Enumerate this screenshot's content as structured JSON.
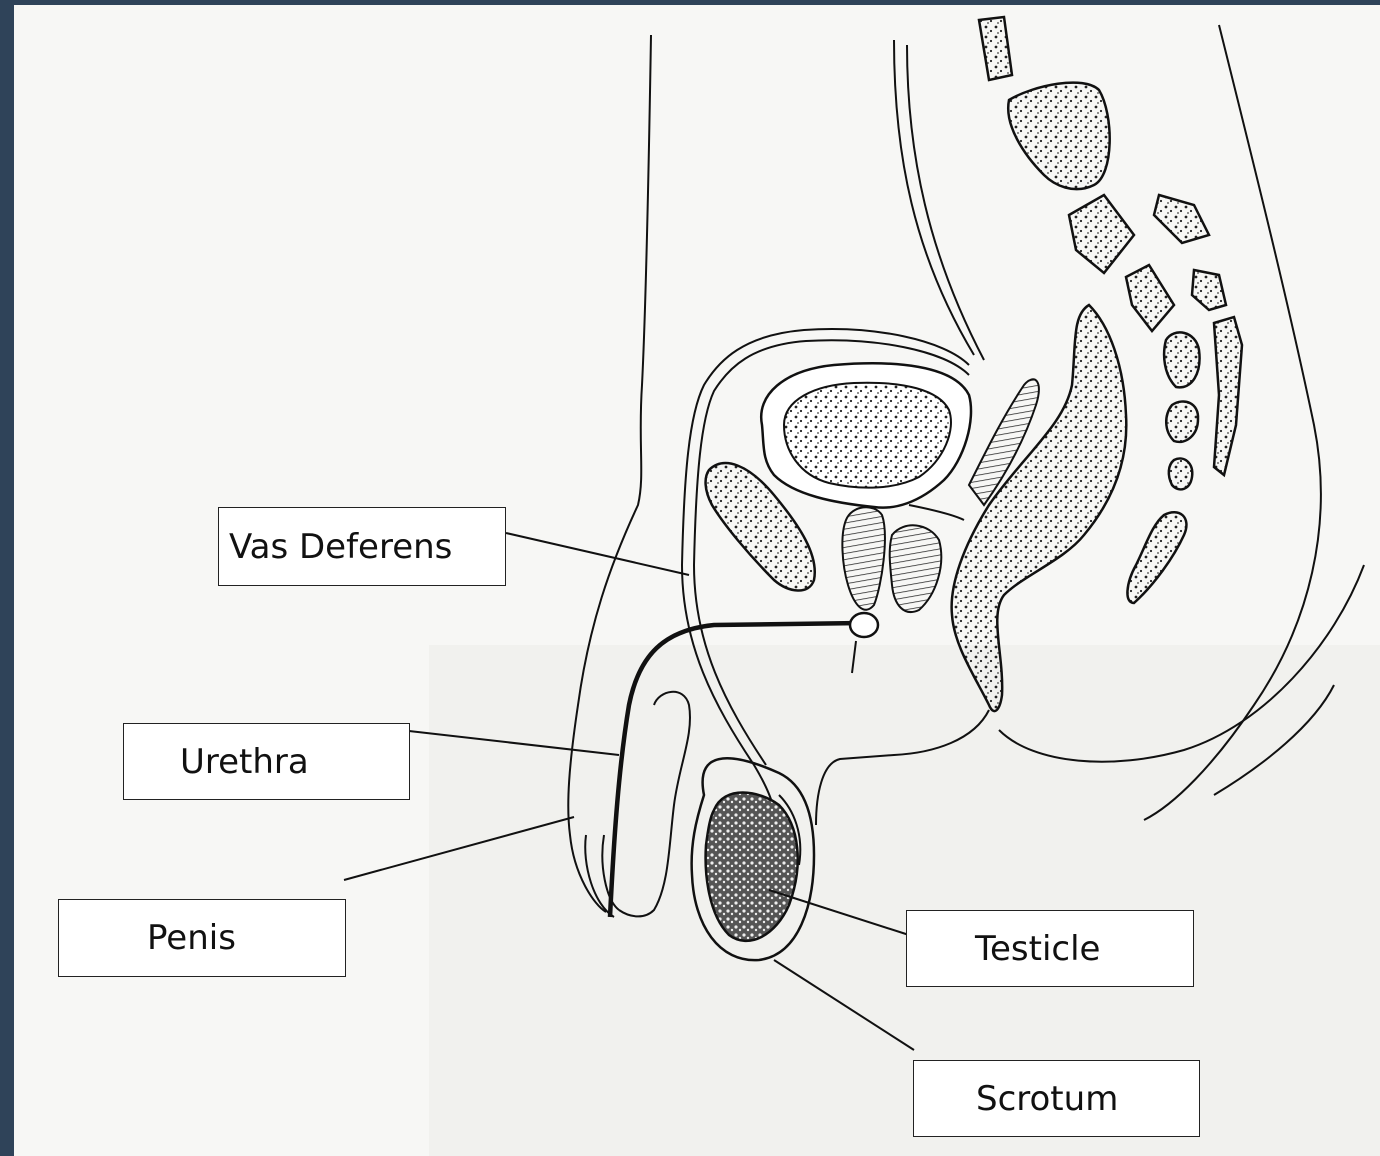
{
  "labels": {
    "vas_deferens": "Vas Deferens",
    "urethra": "Urethra",
    "penis": "Penis",
    "testicle": "Testicle",
    "scrotum": "Scrotum"
  },
  "colors": {
    "frame": "#2f4359",
    "paper": "#f7f7f5",
    "ink": "#111111"
  }
}
